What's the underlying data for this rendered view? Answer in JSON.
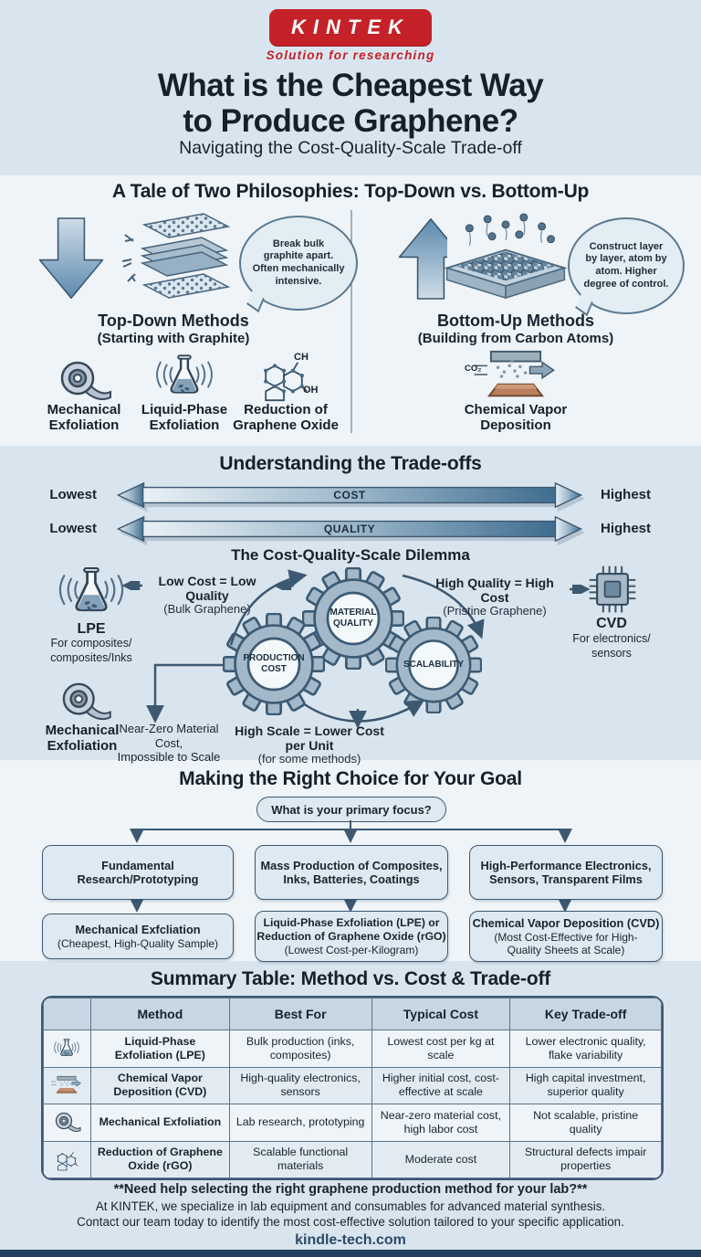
{
  "colors": {
    "brand_red": "#c42128",
    "steel": "#3d5871",
    "navy_bar": "#24405e",
    "bg_blue": "#d9e5ee",
    "bg_light": "#eef4f8",
    "copper": "#b97f5e"
  },
  "brand": {
    "logo_text": "KINTEK",
    "tagline": "Solution for researching"
  },
  "header": {
    "title_line1": "What is the Cheapest Way",
    "title_line2": "to Produce Graphene?",
    "subtitle": "Navigating the Cost-Quality-Scale Trade-off"
  },
  "philosophies": {
    "heading": "A Tale of Two Philosophies: Top-Down vs. Bottom-Up",
    "top_down": {
      "bubble": "Break bulk\ngraphite apart.\nOften mechanically\nintensive.",
      "title": "Top-Down Methods",
      "subtitle": "(Starting with Graphite)",
      "methods": [
        {
          "icon": "tape-icon",
          "label": "Mechanical\nExfoliation"
        },
        {
          "icon": "flask-icon",
          "label": "Liquid-Phase\nExfoliation"
        },
        {
          "icon": "molecule-icon",
          "label": "Reduction of\nGraphene Oxide",
          "atom_label_top": "CH",
          "atom_label_bottom": "OH"
        }
      ]
    },
    "bottom_up": {
      "bubble": "Construct layer\nby layer, atom by\natom. Higher\ndegree of control.",
      "title": "Bottom-Up Methods",
      "subtitle": "(Building from Carbon Atoms)",
      "methods": [
        {
          "icon": "cvd-icon",
          "label": "Chemical Vapor\nDeposition",
          "gas_label": "CO₂"
        }
      ]
    }
  },
  "tradeoffs": {
    "heading": "Understanding the Trade-offs",
    "arrows": [
      {
        "label": "COST",
        "left": "Lowest",
        "right": "Highest"
      },
      {
        "label": "QUALITY",
        "left": "Lowest",
        "right": "Highest"
      }
    ],
    "dilemma_heading": "The Cost-Quality-Scale Dilemma",
    "lpe": {
      "icon": "flask-icon",
      "title": "LPE",
      "desc": "For composites/\ncomposites/Inks"
    },
    "low_note": {
      "bold": "Low Cost = Low Quality",
      "sub": "(Bulk Graphene)"
    },
    "gears": [
      "PRODUCTION\nCOST",
      "MATERIAL\nQUALITY",
      "SCALABILITY"
    ],
    "high_note": {
      "bold": "High Quality = High Cost",
      "sub": "(Pristine Graphene)"
    },
    "cvd": {
      "icon": "chip-icon",
      "title": "CVD",
      "desc": "For electronics/\nsensors"
    },
    "mech": {
      "icon": "tape-icon",
      "title": "Mechanical\nExfoliation"
    },
    "near_zero": "Near-Zero Material Cost,\nImpossible to Scale",
    "scale_note": {
      "bold": "High Scale = Lower Cost per Unit",
      "sub": "(for some methods)"
    }
  },
  "choice": {
    "heading": "Making the Right Choice for Your Goal",
    "question": "What is your primary focus?",
    "branches": [
      {
        "focus": "Fundamental\nResearch/Prototyping",
        "answer_bold": "Mechanical Exfcliation",
        "answer_sub": "(Cheapest, High-Quality Sample)"
      },
      {
        "focus": "Mass Production of Composites,\nInks, Batteries, Coatings",
        "answer_bold": "Liquid-Phase Exfoliation (LPE) or\nReduction of Graphene Oxide (rGO)",
        "answer_sub": "(Lowest Cost-per-Kilogram)"
      },
      {
        "focus": "High-Performance Electronics,\nSensors, Transparent Films",
        "answer_bold": "Chemical Vapor Deposition (CVD)",
        "answer_sub": "(Most Cost-Effective for High-\nQuality Sheets at Scale)"
      }
    ]
  },
  "summary": {
    "heading": "Summary Table: Method vs. Cost & Trade-off",
    "columns": [
      "Method",
      "Best For",
      "Typical Cost",
      "Key Trade-off"
    ],
    "rows": [
      {
        "icon": "flask-icon",
        "method": "Liquid-Phase Exfoliation (LPE)",
        "best_for": "Bulk production (inks, composites)",
        "cost": "Lowest cost per kg at scale",
        "tradeoff": "Lower electronic quality, flake variability"
      },
      {
        "icon": "cvd-icon",
        "method": "Chemical Vapor Deposition (CVD)",
        "best_for": "High-quality electronics, sensors",
        "cost": "Higher initial cost, cost-effective at scale",
        "tradeoff": "High capital investment, superior quality"
      },
      {
        "icon": "tape-icon",
        "method": "Mechanical Exfoliation",
        "best_for": "Lab research, prototyping",
        "cost": "Near-zero material cost, high labor cost",
        "tradeoff": "Not scalable, pristine quality"
      },
      {
        "icon": "molecule-icon",
        "method": "Reduction of Graphene Oxide (rGO)",
        "best_for": "Scalable functional materials",
        "cost": "Moderate cost",
        "tradeoff": "Structural defects impair properties"
      }
    ]
  },
  "footer": {
    "line1": "**Need help selecting the right graphene production method for your lab?**",
    "line2": "At KINTEK, we specialize in lab equipment and consumables for advanced material synthesis.",
    "line3": "Contact our team today to identify the most cost-effective solution tailored to your specific application.",
    "site": "kindle-tech.com"
  }
}
